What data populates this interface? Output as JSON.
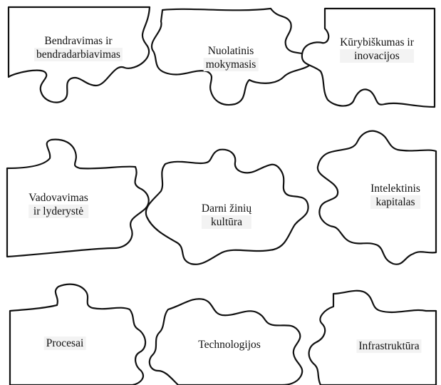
{
  "pieces": [
    {
      "id": "bendravimas",
      "lines": [
        "Bendravimas ir",
        "bendradarbiavimas"
      ]
    },
    {
      "id": "nuolatinis",
      "lines": [
        "Nuolatinis",
        "mokymasis"
      ]
    },
    {
      "id": "kurybiskumas",
      "lines": [
        "Kūrybiškumas ir",
        "inovacijos"
      ]
    },
    {
      "id": "vadovavimas",
      "lines": [
        "Vadovavimas",
        "ir lyderystė"
      ]
    },
    {
      "id": "darni",
      "lines": [
        "Darni žinių",
        "kultūra"
      ]
    },
    {
      "id": "intelektinis",
      "lines": [
        "Intelektinis",
        "kapitalas"
      ]
    },
    {
      "id": "procesai",
      "lines": [
        "Procesai"
      ]
    },
    {
      "id": "technologijos",
      "lines": [
        "Technologijos"
      ]
    },
    {
      "id": "infrastruktura",
      "lines": [
        "Infrastruktūra"
      ]
    }
  ],
  "colors": {
    "outline": "#111111",
    "background": "#ffffff",
    "label_bg": "#f3f3f3"
  }
}
